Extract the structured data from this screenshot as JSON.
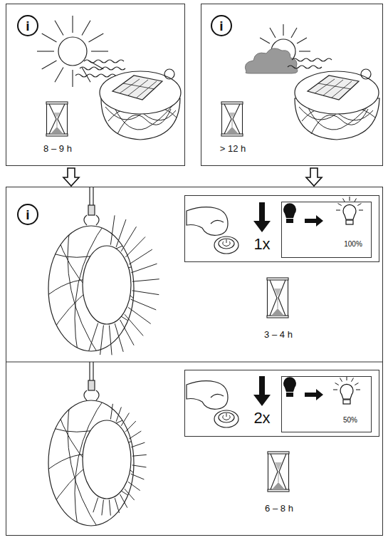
{
  "diagram": {
    "nodes": [
      {
        "text": [
          "8 – 9 h"
        ]
      },
      {
        "text": [
          "i"
        ],
        "in": 0
      },
      {
        "text": [
          "> 12 h"
        ]
      },
      {
        "text": [
          "i"
        ],
        "in": 2
      },
      {
        "text": [
          "3 – 4 h",
          "6 – 8 h"
        ]
      },
      {
        "text": [
          "i"
        ],
        "in": 4
      },
      {
        "text": [
          "1x"
        ],
        "in": 4
      },
      {
        "text": [
          "100%"
        ],
        "in": 6
      },
      {
        "text": [
          "2x"
        ],
        "in": 4
      },
      {
        "text": [
          "50%"
        ],
        "in": 8
      }
    ],
    "edges": [
      {
        "from": 0,
        "to": 4,
        "arrow": "to"
      },
      {
        "from": 2,
        "to": 4,
        "arrow": "to"
      }
    ]
  }
}
